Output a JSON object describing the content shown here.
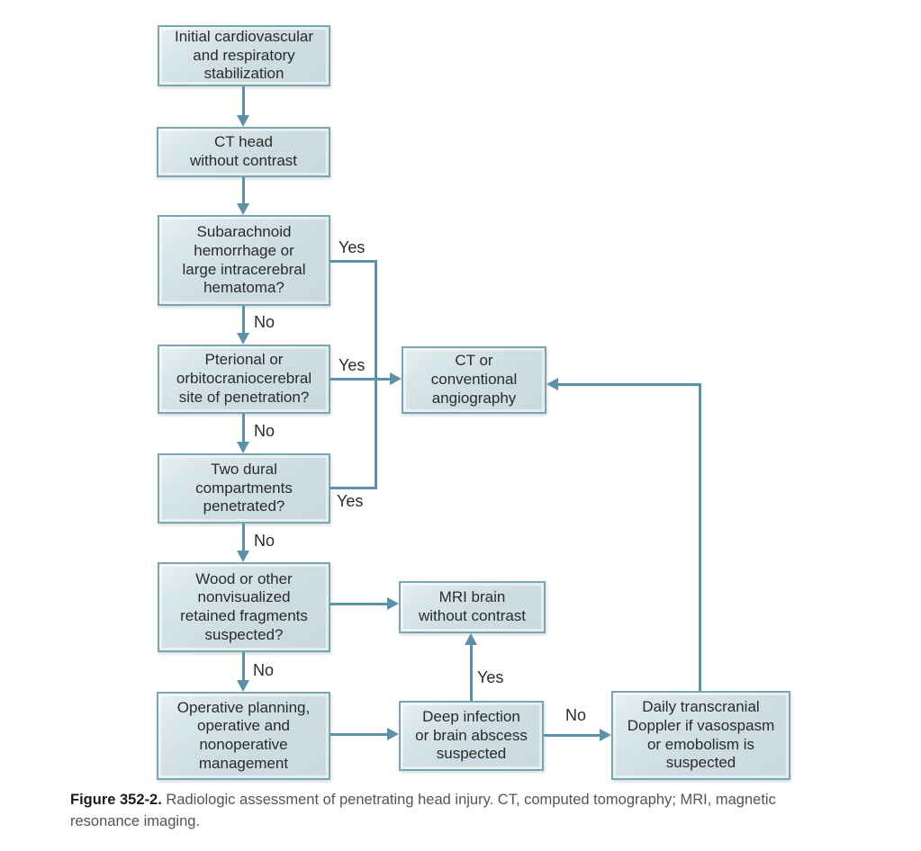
{
  "figure_caption": {
    "label_bold": "Figure 352-2.",
    "text": " Radiologic assessment of penetrating head injury. CT, computed tomography; MRI, magnetic\nresonance imaging."
  },
  "colors": {
    "box_fill": "#cedde2",
    "box_highlight": "#e9f1f3",
    "box_border": "#7aa6b4",
    "connector": "#5d91a7",
    "node_text": "#2b2b2b",
    "caption_text": "#545454",
    "caption_bold": "#1c1c1c",
    "background": "#ffffff"
  },
  "nodes": {
    "stabilization": {
      "label": "Initial cardiovascular\nand respiratory\nstabilization"
    },
    "ct_head": {
      "label": "CT head\nwithout contrast"
    },
    "sah": {
      "label": "Subarachnoid\nhemorrhage or\nlarge intracerebral\nhematoma?"
    },
    "pterional": {
      "label": "Pterional or\norbitocraniocerebral\nsite of penetration?"
    },
    "dural": {
      "label": "Two dural\ncompartments\npenetrated?"
    },
    "wood": {
      "label": "Wood or other\nnonvisualized\nretained fragments\nsuspected?"
    },
    "operative": {
      "label": "Operative planning,\noperative and\nnonoperative\nmanagement"
    },
    "angiography": {
      "label": "CT or\nconventional\nangiography"
    },
    "mri": {
      "label": "MRI brain\nwithout contrast"
    },
    "infection": {
      "label": "Deep infection\nor brain abscess\nsuspected"
    },
    "doppler": {
      "label": "Daily transcranial\nDoppler if vasospasm\nor emobolism is\nsuspected"
    }
  },
  "edge_labels": {
    "sah_yes": "Yes",
    "sah_no": "No",
    "pterional_yes": "Yes",
    "pterional_no": "No",
    "dural_yes": "Yes",
    "dural_no": "No",
    "wood_no": "No",
    "infection_yes": "Yes",
    "infection_no": "No"
  }
}
